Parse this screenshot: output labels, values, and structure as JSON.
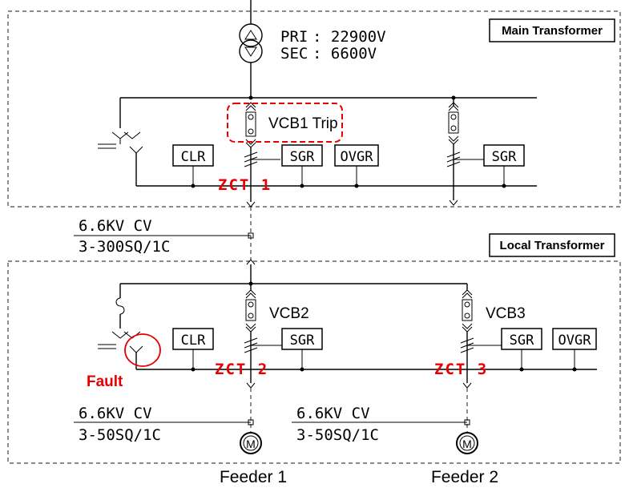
{
  "sections": {
    "main_title": "Main Transformer",
    "local_title": "Local Transformer"
  },
  "transformer": {
    "pri_label": "PRI",
    "pri_value": ":  22900V",
    "sec_label": "SEC",
    "sec_value": ":  6600V"
  },
  "breakers": {
    "vcb1": "VCB1 Trip",
    "vcb2": "VCB2",
    "vcb3": "VCB3"
  },
  "relays": {
    "clr": "CLR",
    "sgr": "SGR",
    "ovgr": "OVGR"
  },
  "zct": {
    "zct1": "ZCT 1",
    "zct2": "ZCT 2",
    "zct3": "ZCT 3"
  },
  "cables": {
    "main_line1": "6.6KV CV",
    "main_line2": "3-300SQ/1C",
    "feeder1_line1": "6.6KV CV",
    "feeder1_line2": "3-50SQ/1C",
    "feeder2_line1": "6.6KV CV",
    "feeder2_line2": "3-50SQ/1C"
  },
  "motor_symbol": "M",
  "fault_label": "Fault",
  "feeders": {
    "feeder1": "Feeder 1",
    "feeder2": "Feeder 2"
  },
  "colors": {
    "highlight": "#e60000",
    "line": "#000000"
  }
}
